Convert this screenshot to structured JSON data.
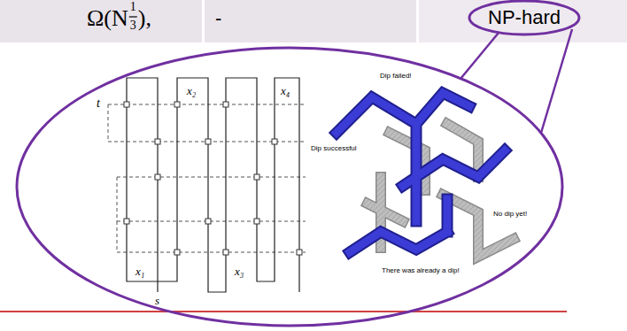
{
  "diagram": {
    "nodes": [
      {
        "text": [
          "NP-hard"
        ]
      }
    ],
    "labels": [
      "Ω(N",
      "1",
      "3",
      "),",
      "-",
      "t",
      "x₂",
      "x₄",
      "x₁",
      "x₃",
      "s",
      "Dip failed!",
      "Dip successful",
      "No dip yet!",
      "There was already a dip!"
    ]
  }
}
